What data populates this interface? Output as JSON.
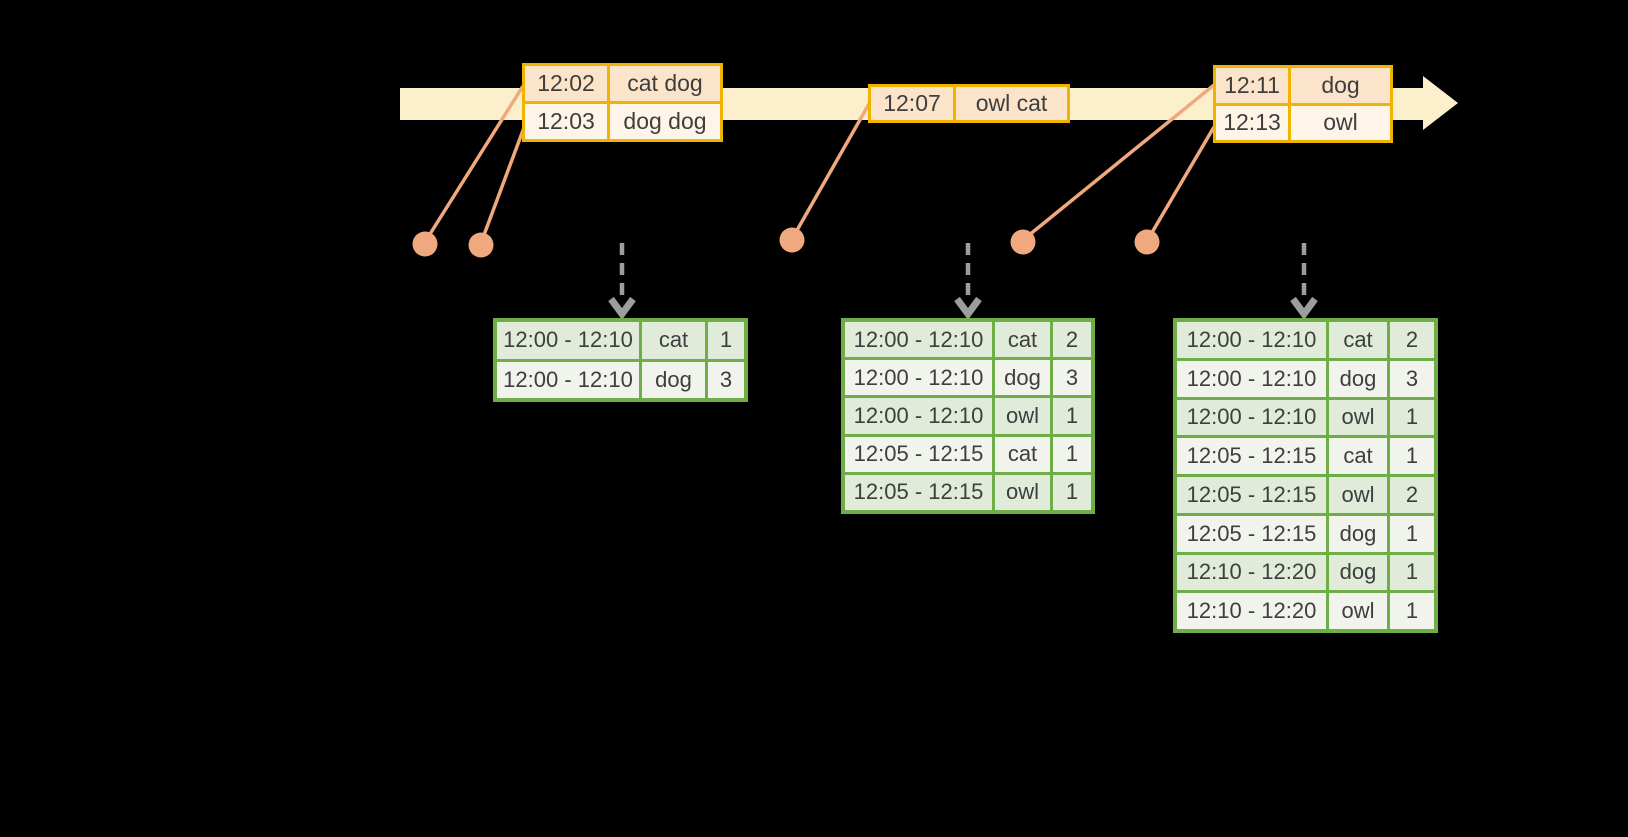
{
  "colors": {
    "background": "#000000",
    "timeline_fill": "#FBF0CB",
    "event_table_border": "#F0B400",
    "event_row_fill_dark": "#FBE4C9",
    "event_row_fill_light": "#FEF5E8",
    "event_marker": "#F0A97E",
    "trigger_arrow": "#9D9D9D",
    "result_table_border": "#6FAD47",
    "result_row_fill_dark": "#E1EBD9",
    "result_row_fill_light": "#F0F4EC",
    "cell_text": "#3E3E3E"
  },
  "event_tables": [
    {
      "rows": [
        {
          "time": "12:02",
          "words": "cat dog"
        },
        {
          "time": "12:03",
          "words": "dog dog"
        }
      ]
    },
    {
      "rows": [
        {
          "time": "12:07",
          "words": "owl cat"
        }
      ]
    },
    {
      "rows": [
        {
          "time": "12:11",
          "words": "dog"
        },
        {
          "time": "12:13",
          "words": "owl"
        }
      ]
    }
  ],
  "result_tables": [
    {
      "rows": [
        {
          "window": "12:00 - 12:10",
          "word": "cat",
          "count": "1"
        },
        {
          "window": "12:00 - 12:10",
          "word": "dog",
          "count": "3"
        }
      ]
    },
    {
      "rows": [
        {
          "window": "12:00 - 12:10",
          "word": "cat",
          "count": "2"
        },
        {
          "window": "12:00 - 12:10",
          "word": "dog",
          "count": "3"
        },
        {
          "window": "12:00 - 12:10",
          "word": "owl",
          "count": "1"
        },
        {
          "window": "12:05 - 12:15",
          "word": "cat",
          "count": "1"
        },
        {
          "window": "12:05 - 12:15",
          "word": "owl",
          "count": "1"
        }
      ]
    },
    {
      "rows": [
        {
          "window": "12:00 - 12:10",
          "word": "cat",
          "count": "2"
        },
        {
          "window": "12:00 - 12:10",
          "word": "dog",
          "count": "3"
        },
        {
          "window": "12:00 - 12:10",
          "word": "owl",
          "count": "1"
        },
        {
          "window": "12:05 - 12:15",
          "word": "cat",
          "count": "1"
        },
        {
          "window": "12:05 - 12:15",
          "word": "owl",
          "count": "2"
        },
        {
          "window": "12:05 - 12:15",
          "word": "dog",
          "count": "1"
        },
        {
          "window": "12:10 - 12:20",
          "word": "dog",
          "count": "1"
        },
        {
          "window": "12:10 - 12:20",
          "word": "owl",
          "count": "1"
        }
      ]
    }
  ]
}
